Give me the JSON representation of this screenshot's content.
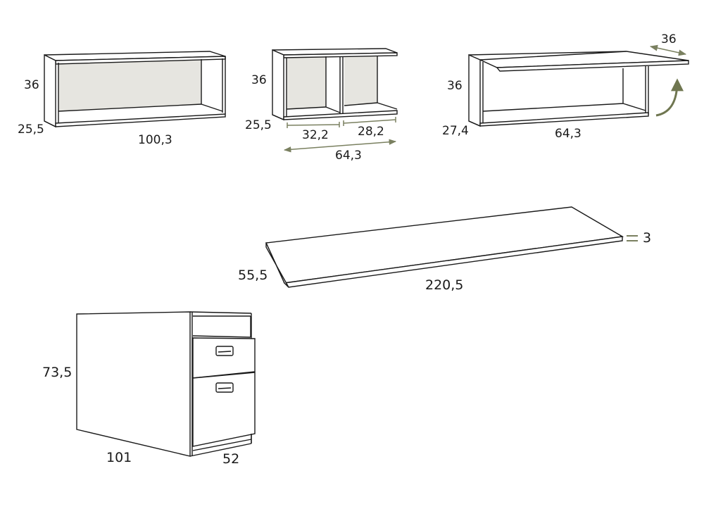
{
  "diagram": {
    "title": "",
    "colors": {
      "line": "#1a1a1a",
      "panel_fill": "#e6e5e0",
      "dimension_accent": "#7a8060",
      "background": "#ffffff"
    },
    "units": "cm",
    "items": [
      {
        "id": "wall-shelf-large",
        "labels": {
          "height": "36",
          "depth": "25,5",
          "width": "100,3"
        }
      },
      {
        "id": "wall-shelf-split",
        "labels": {
          "height": "36",
          "depth": "25,5",
          "left_compartment": "32,2",
          "right_compartment": "28,2",
          "total_width": "64,3"
        }
      },
      {
        "id": "wall-shelf-with-flap",
        "labels": {
          "height": "36",
          "depth": "27,4",
          "width": "64,3",
          "flap_depth": "36"
        }
      },
      {
        "id": "desk-top",
        "labels": {
          "depth": "55,5",
          "width": "220,5",
          "thickness": "3"
        }
      },
      {
        "id": "drawer-pedestal",
        "labels": {
          "height": "73,5",
          "depth": "101",
          "width": "52"
        }
      }
    ]
  }
}
